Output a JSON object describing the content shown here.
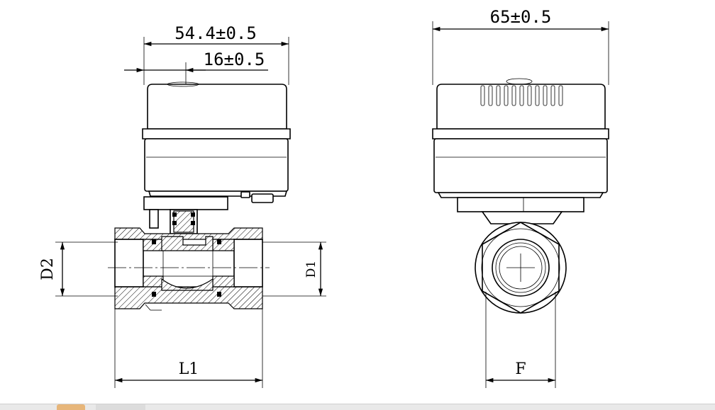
{
  "front_view": {
    "overall_width": "54.4±0.5",
    "offset": "16±0.5",
    "port_diameter": "D2",
    "bore_diameter": "D1",
    "length": "L1"
  },
  "side_view": {
    "overall_width": "65±0.5",
    "hex_size": "F"
  }
}
